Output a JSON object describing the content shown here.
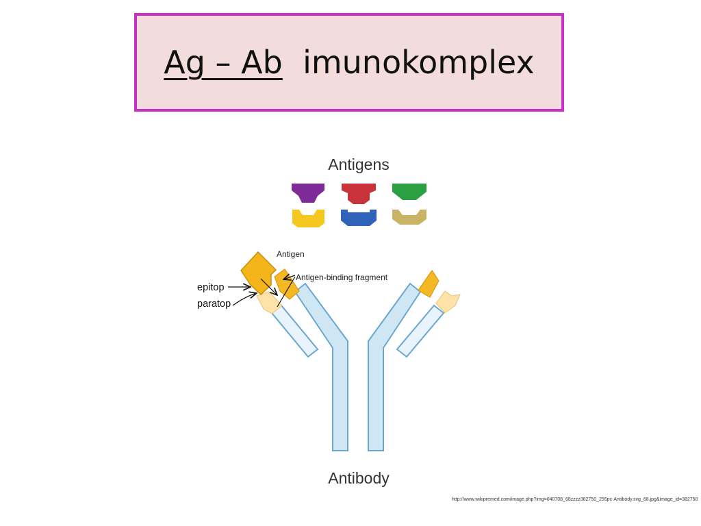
{
  "title": {
    "part1": "Ag – Ab",
    "part2": "imunokomplex"
  },
  "diagram": {
    "antigens_heading": "Antigens",
    "antigen_label": "Antigen",
    "fab_label": "Antigen-binding fragment",
    "epitop_label": "epitop",
    "paratop_label": "paratop",
    "antibody_label": "Antibody",
    "antigen_colors": [
      "#7d2c97",
      "#c8323b",
      "#2aa043",
      "#f4c81e",
      "#2f62b8",
      "#c9b465"
    ]
  },
  "source_url": "http://www.wikipremed.com/image.php?img=040708_68zzzz382750_255px-Antibody.svg_68.jpg&image_id=382750"
}
